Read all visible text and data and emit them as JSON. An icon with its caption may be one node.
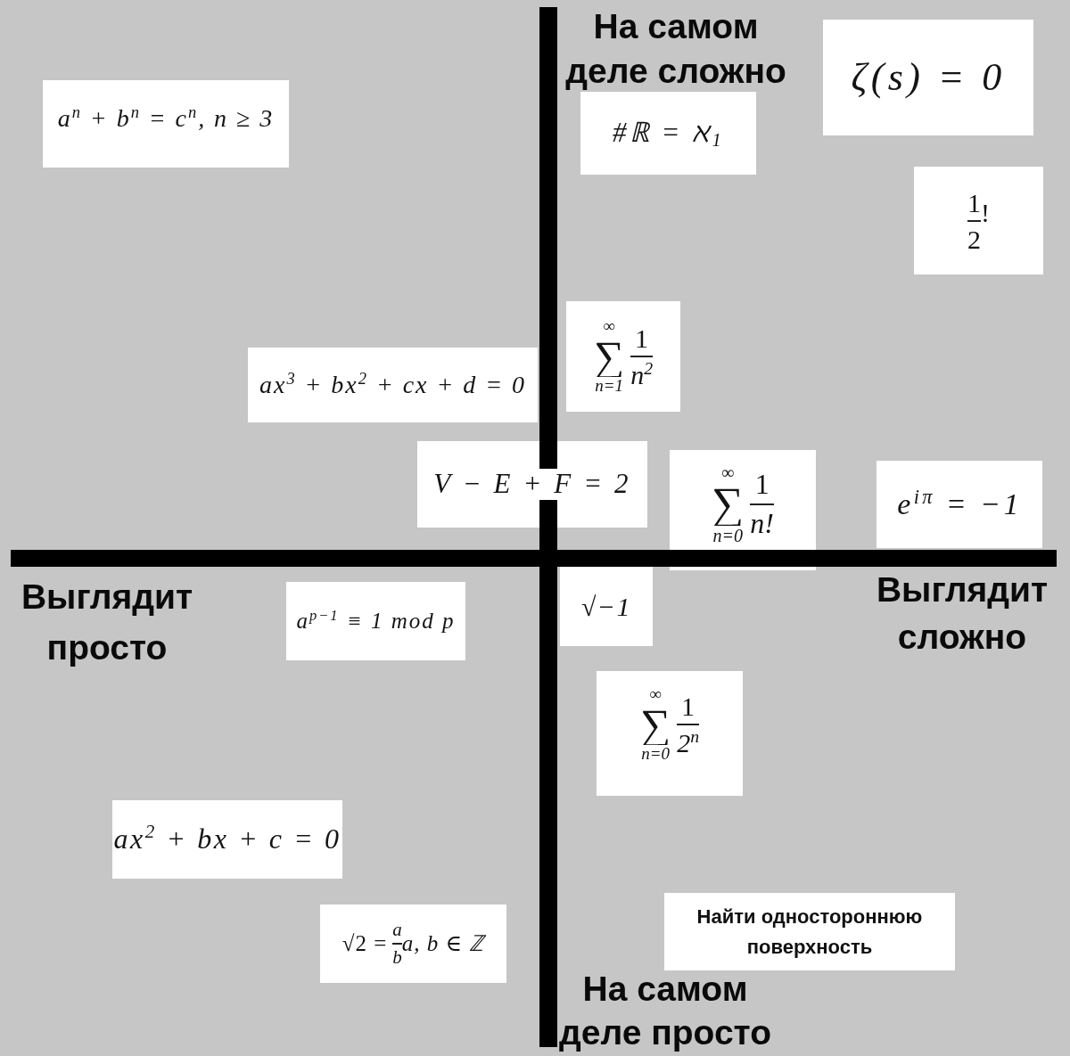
{
  "diagram": {
    "nodes": [
      {
        "text": [
          "a$^{n}$ + b$^{n}$ = c$^{n}$, n ≥ 3"
        ]
      },
      {
        "text": [
          "#ℝ = ℵ$_{1}$"
        ]
      },
      {
        "text": [
          "ζ(s) = 0"
        ]
      },
      {
        "text": [
          "1",
          "2",
          "!"
        ]
      },
      {
        "text": [
          "ax$^{3}$ + bx$^{2}$ + cx + d = 0"
        ]
      },
      {
        "text": [
          "∞",
          "∑",
          "n=1",
          "1",
          "n$^{2}$"
        ]
      },
      {
        "text": [
          "V − E + F = 2"
        ]
      },
      {
        "text": [
          "∞",
          "∑",
          "n=0",
          "1",
          "n!"
        ]
      },
      {
        "text": [
          "e$^{iπ}$ = −1"
        ]
      },
      {
        "text": [
          "a$^{p−1}$ ≡ 1 mod p"
        ]
      },
      {
        "text": [
          "√−1"
        ]
      },
      {
        "text": [
          "∞",
          "∑",
          "n=0",
          "1",
          "2$^{n}$"
        ]
      },
      {
        "text": [
          "ax$^{2}$ + bx + c = 0"
        ]
      },
      {
        "text": [
          "√2 =",
          "a",
          "b",
          "a, b ∈ ℤ"
        ]
      },
      {
        "text": [
          "Найти одностороннюю поверхность"
        ]
      }
    ],
    "labels": [
      "На самом деле сложно",
      "Выглядит просто",
      "Выглядит сложно",
      "На самом деле просто"
    ]
  }
}
